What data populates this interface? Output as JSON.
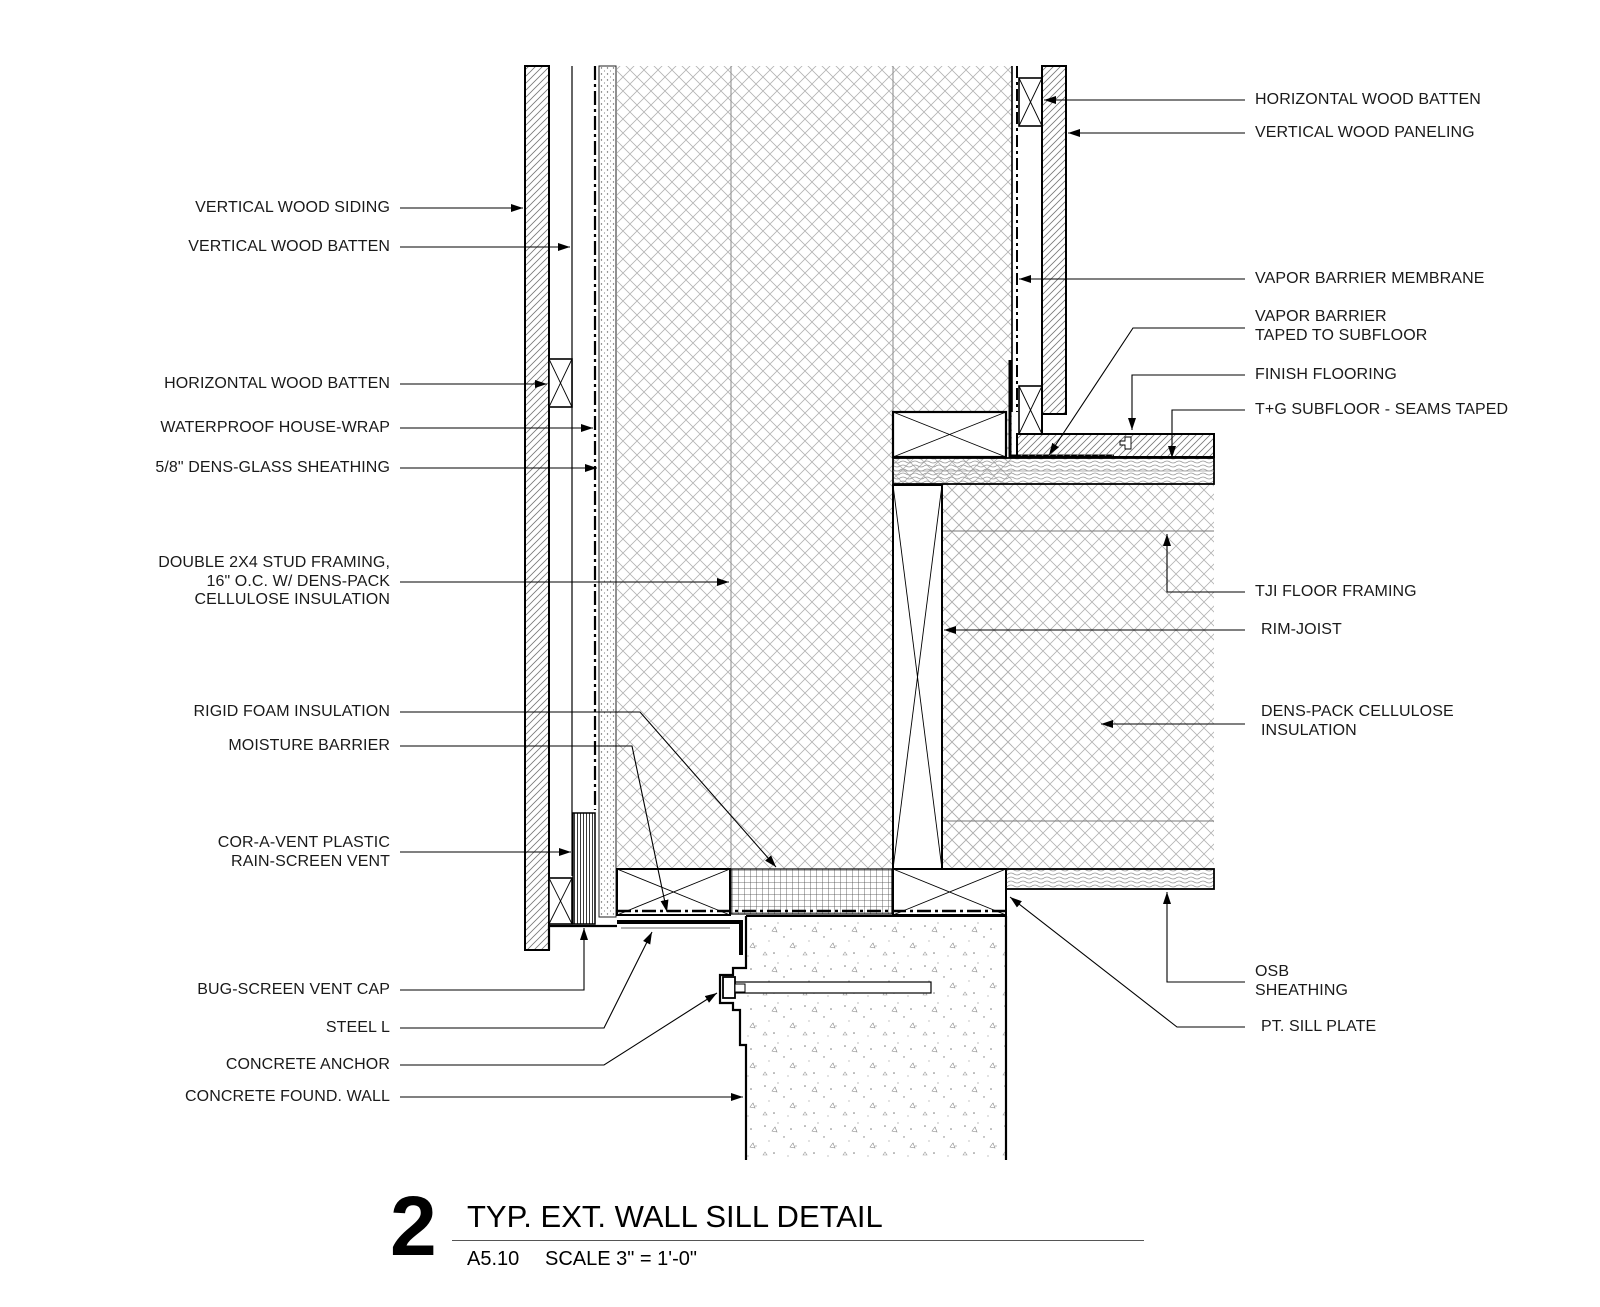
{
  "labels_left": [
    {
      "id": "vertical-wood-siding",
      "lines": [
        "VERTICAL WOOD SIDING"
      ]
    },
    {
      "id": "vertical-wood-batten",
      "lines": [
        "VERTICAL WOOD BATTEN"
      ]
    },
    {
      "id": "horizontal-wood-batten-left",
      "lines": [
        "HORIZONTAL WOOD BATTEN"
      ]
    },
    {
      "id": "waterproof-house-wrap",
      "lines": [
        "WATERPROOF HOUSE-WRAP"
      ]
    },
    {
      "id": "dens-glass-sheathing",
      "lines": [
        "5/8\" DENS-GLASS SHEATHING"
      ]
    },
    {
      "id": "double-stud-framing",
      "lines": [
        "DOUBLE 2X4 STUD FRAMING,",
        "16\" O.C. W/ DENS-PACK",
        "CELLULOSE INSULATION"
      ]
    },
    {
      "id": "rigid-foam-insulation",
      "lines": [
        "RIGID FOAM INSULATION"
      ]
    },
    {
      "id": "moisture-barrier",
      "lines": [
        "MOISTURE BARRIER"
      ]
    },
    {
      "id": "cor-a-vent",
      "lines": [
        "COR-A-VENT PLASTIC",
        "RAIN-SCREEN VENT"
      ]
    },
    {
      "id": "bug-screen-vent-cap",
      "lines": [
        "BUG-SCREEN VENT CAP"
      ]
    },
    {
      "id": "steel-l",
      "lines": [
        "STEEL L"
      ]
    },
    {
      "id": "concrete-anchor",
      "lines": [
        "CONCRETE ANCHOR"
      ]
    },
    {
      "id": "concrete-found-wall",
      "lines": [
        "CONCRETE FOUND. WALL"
      ]
    }
  ],
  "labels_right": [
    {
      "id": "horizontal-wood-batten-right",
      "lines": [
        "HORIZONTAL WOOD BATTEN"
      ]
    },
    {
      "id": "vertical-wood-paneling",
      "lines": [
        "VERTICAL WOOD PANELING"
      ]
    },
    {
      "id": "vapor-barrier-membrane",
      "lines": [
        "VAPOR BARRIER MEMBRANE"
      ]
    },
    {
      "id": "vapor-barrier-taped",
      "lines": [
        "VAPOR BARRIER",
        "TAPED TO SUBFLOOR"
      ]
    },
    {
      "id": "finish-flooring",
      "lines": [
        "FINISH FLOORING"
      ]
    },
    {
      "id": "tg-subfloor",
      "lines": [
        "T+G SUBFLOOR - SEAMS TAPED"
      ]
    },
    {
      "id": "tji-floor-framing",
      "lines": [
        "TJI FLOOR FRAMING"
      ]
    },
    {
      "id": "rim-joist",
      "lines": [
        "RIM-JOIST"
      ]
    },
    {
      "id": "dens-pack-cellulose",
      "lines": [
        "DENS-PACK CELLULOSE",
        "INSULATION"
      ]
    },
    {
      "id": "osb-sheathing",
      "lines": [
        "OSB",
        "SHEATHING"
      ]
    },
    {
      "id": "pt-sill-plate",
      "lines": [
        "PT. SILL PLATE"
      ]
    }
  ],
  "title_block": {
    "number": "2",
    "title": "TYP. EXT. WALL SILL DETAIL",
    "sheet": "A5.10",
    "scale": "SCALE 3\" = 1'-0\""
  }
}
